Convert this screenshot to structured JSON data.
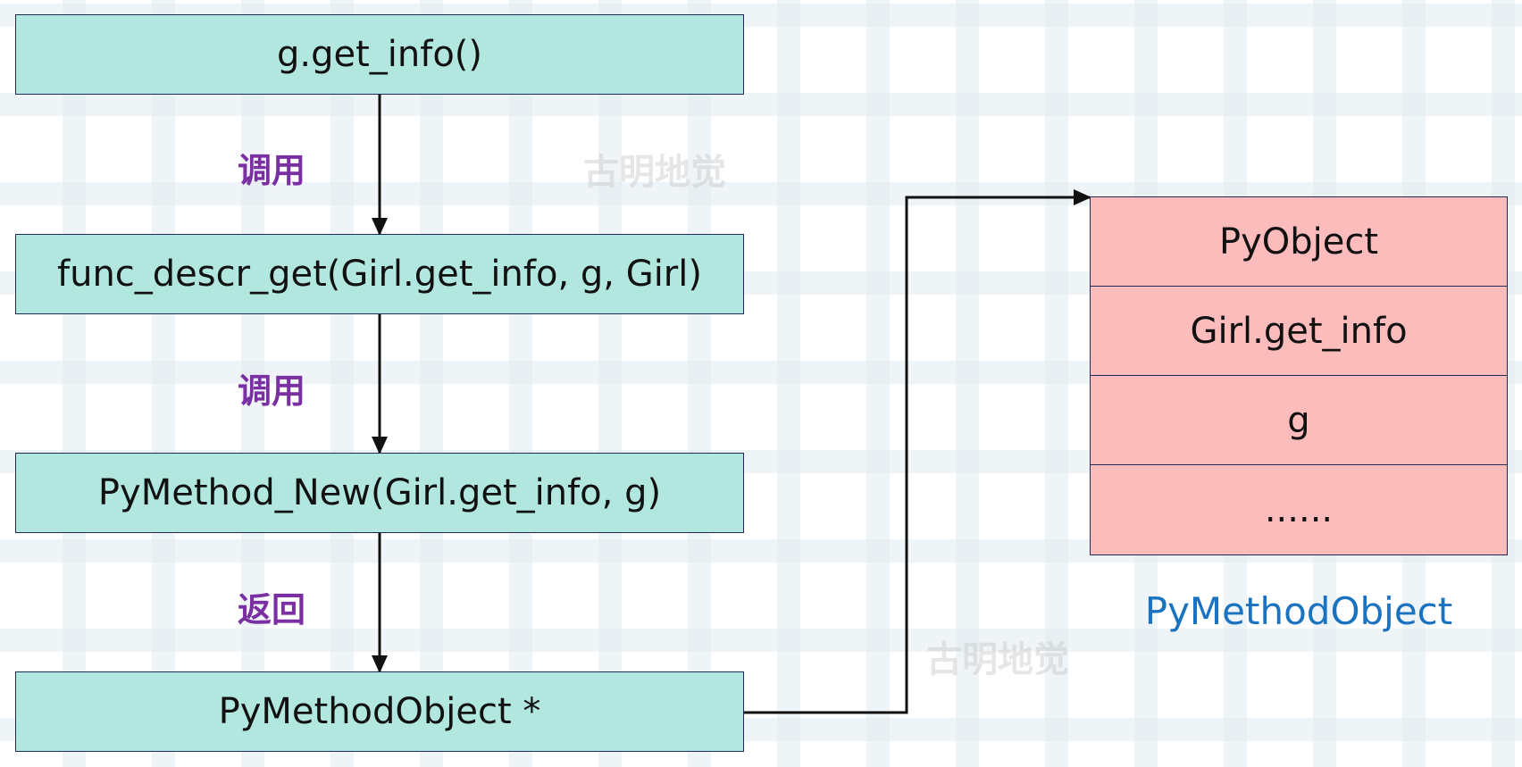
{
  "flow": {
    "steps": [
      {
        "text": "g.get_info()"
      },
      {
        "text": "func_descr_get(Girl.get_info, g, Girl)"
      },
      {
        "text": "PyMethod_New(Girl.get_info, g)"
      },
      {
        "text": "PyMethodObject *"
      }
    ],
    "edge_labels": [
      "调用",
      "调用",
      "返回"
    ]
  },
  "struct": {
    "fields": [
      "PyObject",
      "Girl.get_info",
      "g",
      "......"
    ],
    "caption": "PyMethodObject"
  },
  "watermark": "古明地觉",
  "colors": {
    "call_box_fill": "#b2e7e0",
    "struct_fill": "#fdbcbc",
    "edge_label": "#7a2fa3",
    "caption": "#1a73c0",
    "border": "#1f2a55"
  }
}
